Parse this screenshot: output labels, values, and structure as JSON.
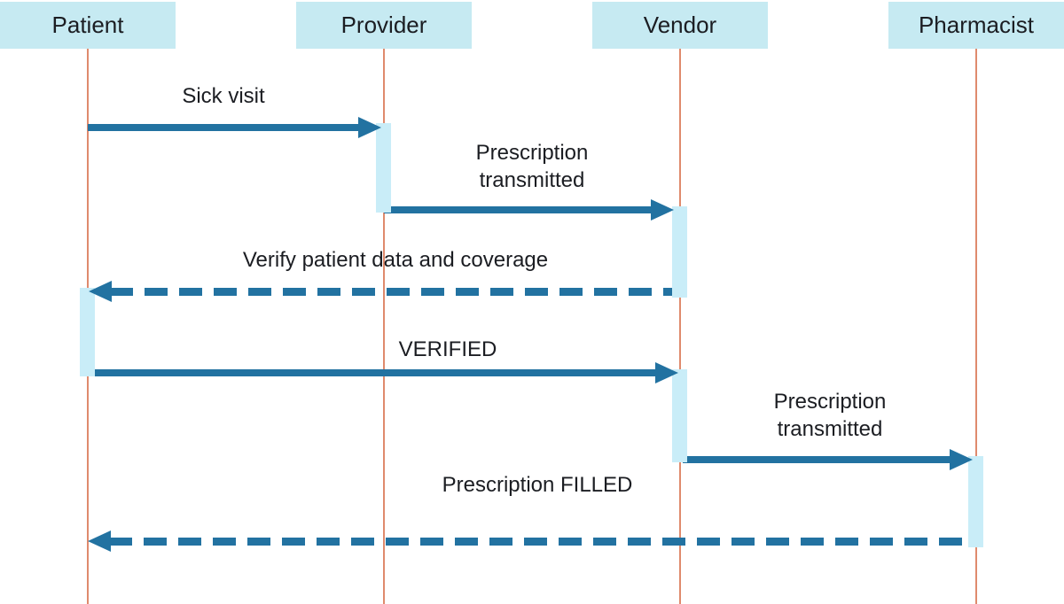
{
  "diagram_type": "sequence-diagram",
  "actors": [
    {
      "label": "Patient"
    },
    {
      "label": "Provider"
    },
    {
      "label": "Vendor"
    },
    {
      "label": "Pharmacist"
    }
  ],
  "messages": [
    {
      "label": "Sick visit",
      "from": "Patient",
      "to": "Provider",
      "line": "solid"
    },
    {
      "label": "Prescription transmitted",
      "from": "Provider",
      "to": "Vendor",
      "line": "solid"
    },
    {
      "label": "Verify patient data  and coverage",
      "from": "Vendor",
      "to": "Patient",
      "line": "dashed"
    },
    {
      "label": "VERIFIED",
      "from": "Patient",
      "to": "Vendor",
      "line": "solid"
    },
    {
      "label": "Prescription transmitted",
      "from": "Vendor",
      "to": "Pharmacist",
      "line": "solid"
    },
    {
      "label": "Prescription FILLED",
      "from": "Pharmacist",
      "to": "Patient",
      "line": "dashed"
    }
  ],
  "colors": {
    "actor_fill": "#c6eaf2",
    "activation_fill": "#c9edf8",
    "arrow": "#2272a1",
    "lifeline": "#df8a6d",
    "text": "#1b1d22",
    "background": "#ffffff"
  }
}
